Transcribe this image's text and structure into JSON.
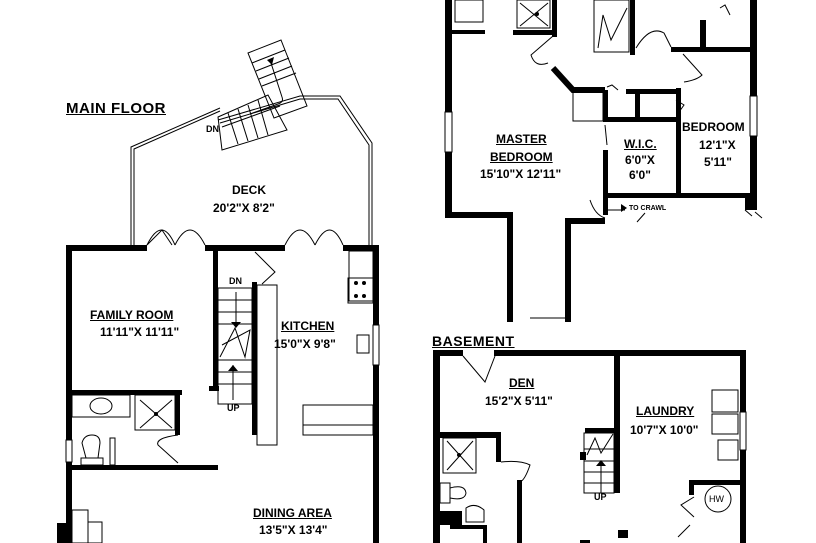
{
  "floors": {
    "main": {
      "title": "MAIN FLOOR",
      "rooms": {
        "deck": {
          "name": "DECK",
          "dims": "20'2\"X  8'2\""
        },
        "family_room": {
          "name": "FAMILY ROOM",
          "dims": "11'11\"X  11'11\""
        },
        "kitchen": {
          "name": "KITCHEN",
          "dims": "15'0\"X  9'8\""
        },
        "dining_area": {
          "name": "DINING AREA",
          "dims": "13'5\"X  13'4\""
        }
      },
      "annotations": {
        "deck_stair": "DN",
        "stair_dn": "DN",
        "stair_up": "UP"
      }
    },
    "upper": {
      "rooms": {
        "master_bedroom": {
          "name_line1": "MASTER",
          "name_line2": "BEDROOM",
          "dims": "15'10\"X  12'11\""
        },
        "wic": {
          "name": "W.I.C.",
          "dims_line1": "6'0\"X",
          "dims_line2": "6'0\""
        },
        "bedroom": {
          "name": "BEDROOM",
          "dims_line1": "12'1\"X",
          "dims_line2": "5'11\""
        }
      },
      "annotations": {
        "crawl": "TO CRAWL"
      }
    },
    "basement": {
      "title": "BASEMENT",
      "rooms": {
        "den": {
          "name": "DEN",
          "dims": "15'2\"X  5'11\""
        },
        "laundry": {
          "name": "LAUNDRY",
          "dims": "10'7\"X  10'0\""
        }
      },
      "annotations": {
        "stair_up": "UP",
        "water_heater": "HW"
      }
    }
  }
}
